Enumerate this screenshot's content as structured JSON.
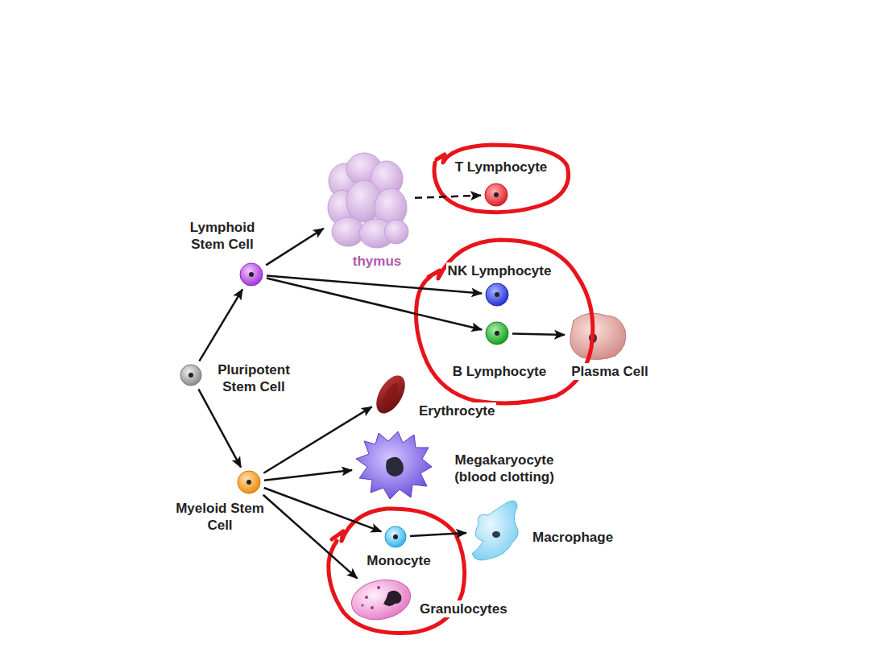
{
  "diagram": {
    "nodes": [
      {
        "text": [
          "Pluripotent Stem Cell"
        ]
      },
      {
        "text": [
          "Lymphoid Stem Cell"
        ]
      },
      {
        "text": [
          "thymus"
        ]
      },
      {
        "text": [
          "T Lymphocyte"
        ]
      },
      {
        "text": [
          "NK Lymphocyte"
        ]
      },
      {
        "text": [
          "B Lymphocyte"
        ]
      },
      {
        "text": [
          "Plasma Cell"
        ]
      },
      {
        "text": [
          "Myeloid Stem Cell"
        ]
      },
      {
        "text": [
          "Erythrocyte"
        ]
      },
      {
        "text": [
          "Megakaryocyte",
          "(blood clotting)"
        ]
      },
      {
        "text": [
          "Monocyte"
        ]
      },
      {
        "text": [
          "Macrophage"
        ]
      },
      {
        "text": [
          "Granulocytes"
        ]
      }
    ],
    "edges": [
      {
        "from": 0,
        "to": 1,
        "arrow": "to"
      },
      {
        "from": 0,
        "to": 7,
        "arrow": "to"
      },
      {
        "from": 1,
        "to": 2,
        "arrow": "to"
      },
      {
        "from": 2,
        "to": 3,
        "arrow": "to"
      },
      {
        "from": 1,
        "to": 4,
        "arrow": "to"
      },
      {
        "from": 1,
        "to": 5,
        "arrow": "to"
      },
      {
        "from": 5,
        "to": 6,
        "arrow": "to"
      },
      {
        "from": 7,
        "to": 8,
        "arrow": "to"
      },
      {
        "from": 7,
        "to": 9,
        "arrow": "to"
      },
      {
        "from": 7,
        "to": 10,
        "arrow": "to"
      },
      {
        "from": 7,
        "to": 12,
        "arrow": "to"
      },
      {
        "from": 10,
        "to": 11,
        "arrow": "to"
      }
    ]
  }
}
